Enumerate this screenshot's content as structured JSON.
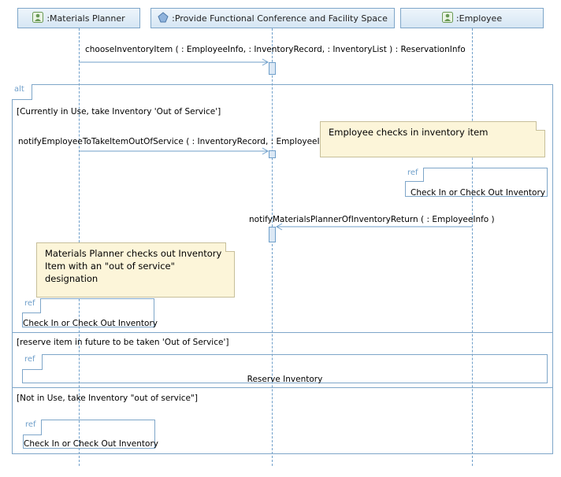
{
  "lifelines": {
    "materials_planner": ":Materials Planner",
    "conference_space": ":Provide Functional Conference and Facility Space",
    "employee": ":Employee"
  },
  "messages": {
    "m1": "chooseInventoryItem (  : EmployeeInfo,  : InventoryRecord,  : InventoryList ) : ReservationInfo",
    "m2": "notifyEmployeeToTakeItemOutOfService (  : InventoryRecord,  : EmployeeInfo )",
    "m3": "notifyMaterialsPlannerOfInventoryReturn (  : EmployeeInfo )"
  },
  "alt": {
    "tag": "alt",
    "guard1": "[Currently in Use, take Inventory 'Out of Service']",
    "guard2": "[reserve item in future to be taken 'Out of Service']",
    "guard3": "[Not in Use, take Inventory \"out of service\"]"
  },
  "notes": {
    "employee_note": "Employee checks in inventory item",
    "planner_note": "Materials Planner checks out Inventory Item with an \"out of service\" designation"
  },
  "refs": {
    "tag": "ref",
    "ref1": "Check In or Check Out Inventory",
    "ref2": "Check In or Check Out Inventory",
    "ref3": "Reserve Inventory",
    "ref4": "Check In or Check Out Inventory"
  },
  "icons": {
    "actor": "actor-icon",
    "component": "component-icon"
  },
  "colors": {
    "frame": "#7ea6c9",
    "activation": "#dbe8f5",
    "note": "#fcf5d9"
  }
}
